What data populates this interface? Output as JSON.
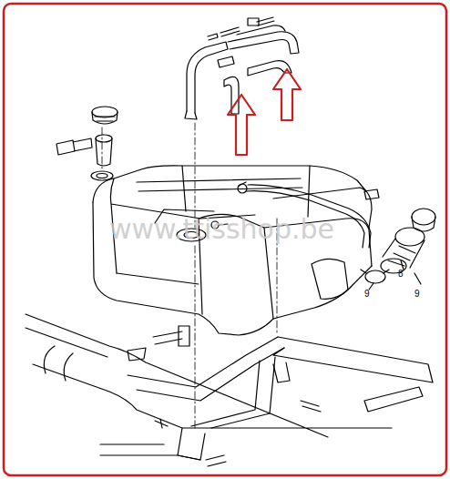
{
  "diagram": {
    "labels": [
      "www.ttisshop.be",
      "9",
      "8",
      "9"
    ]
  }
}
